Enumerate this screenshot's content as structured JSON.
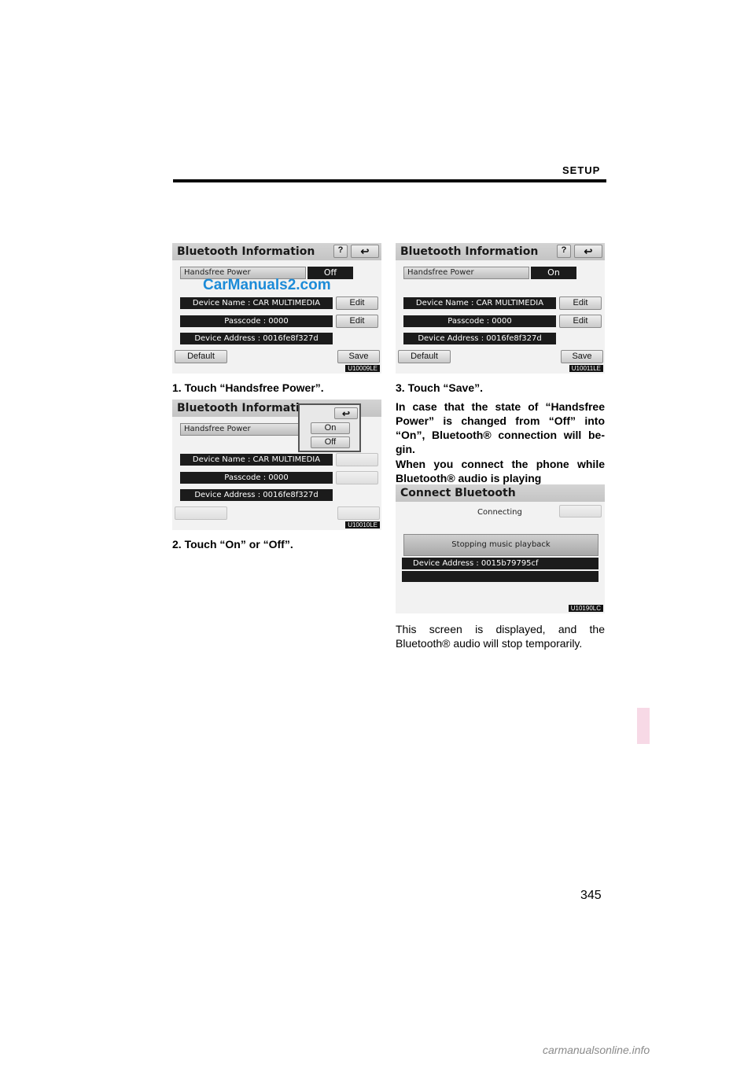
{
  "header": {
    "section": "SETUP"
  },
  "page_number": "345",
  "watermarks": {
    "top": "CarManuals2.com",
    "bottom": "carmanualsonline.info"
  },
  "screen1": {
    "title": "Bluetooth Information",
    "help": "?",
    "handsfree_label": "Handsfree Power",
    "handsfree_value": "Off",
    "device_name": "Device Name : CAR MULTIMEDIA",
    "passcode": "Passcode : 0000",
    "device_address": "Device Address : 0016fe8f327d",
    "edit1": "Edit",
    "edit2": "Edit",
    "default": "Default",
    "save": "Save",
    "code": "U10009LE"
  },
  "screen2": {
    "title": "Bluetooth Information",
    "help": "?",
    "handsfree_label": "Handsfree Power",
    "handsfree_value": "On",
    "device_name": "Device Name : CAR MULTIMEDIA",
    "passcode": "Passcode : 0000",
    "device_address": "Device Address : 0016fe8f327d",
    "edit1": "Edit",
    "edit2": "Edit",
    "default": "Default",
    "save": "Save",
    "code": "U10011LE"
  },
  "screen3": {
    "title": "Bluetooth Information",
    "handsfree_label": "Handsfree Power",
    "opt_on": "On",
    "opt_off": "Off",
    "device_name": "Device Name : CAR MULTIMEDIA",
    "passcode": "Passcode : 0000",
    "device_address": "Device Address : 0016fe8f327d",
    "code": "U10010LE"
  },
  "screen4": {
    "title": "Connect Bluetooth",
    "status": "Connecting",
    "message": "Stopping music playback",
    "device_address": "Device Address : 0015b79795cf",
    "code": "U10190LC"
  },
  "captions": {
    "step1": "1.  Touch “Handsfree Power”.",
    "step2": "2.  Touch “On” or “Off”.",
    "step3": "3.  Touch “Save”."
  },
  "paragraphs": {
    "p1": "In case that the state of “Handsfree Power” is changed from “Off” into “On”, Bluetooth® connection will be-gin.",
    "p2": "When you connect the phone while Bluetooth® audio is playing",
    "p3": "This screen is displayed, and the Bluetooth® audio will stop temporarily."
  }
}
